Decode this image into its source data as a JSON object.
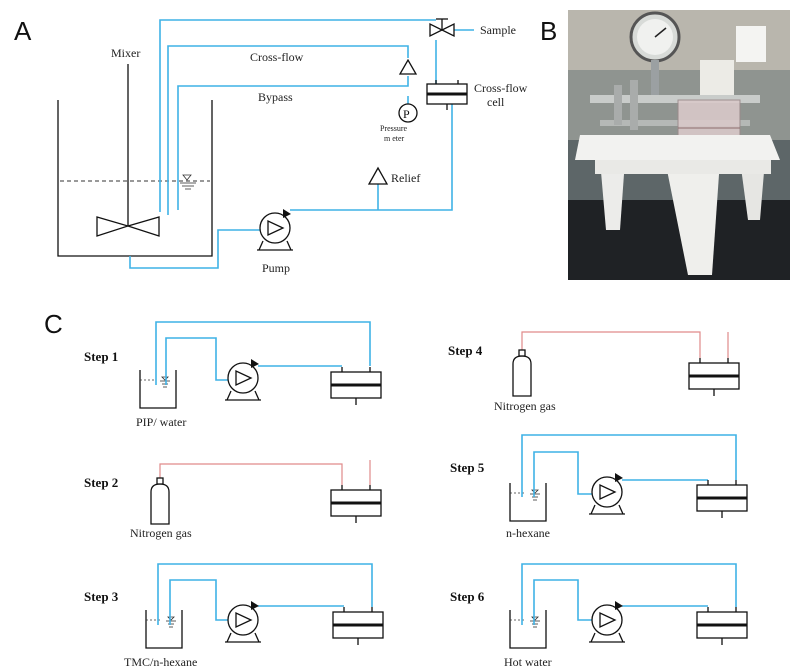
{
  "panel_letters": [
    "A",
    "B",
    "C"
  ],
  "panel_a": {
    "mixer": "Mixer",
    "cross_flow": "Cross-flow",
    "bypass": "Bypass",
    "sample": "Sample",
    "cell_line1": "Cross-flow",
    "cell_line2": "cell",
    "pressure_line1": "Pressure",
    "pressure_line2": "m eter",
    "gauge_letter": "P",
    "relief": "Relief",
    "pump": "Pump"
  },
  "panel_b": {
    "description_icon": "photo-of-crossflow-apparatus"
  },
  "steps": [
    {
      "title": "Step 1",
      "label": "PIP/ water"
    },
    {
      "title": "Step 2",
      "label": "Nitrogen gas"
    },
    {
      "title": "Step 3",
      "label": "TMC/n-hexane"
    },
    {
      "title": "Step 4",
      "label": "Nitrogen gas"
    },
    {
      "title": "Step 5",
      "label": "n-hexane"
    },
    {
      "title": "Step 6",
      "label": "Hot water"
    }
  ],
  "colors": {
    "liquid_line": "#3fb2e6",
    "gas_line": "#e08a8a",
    "outline": "#111111"
  }
}
